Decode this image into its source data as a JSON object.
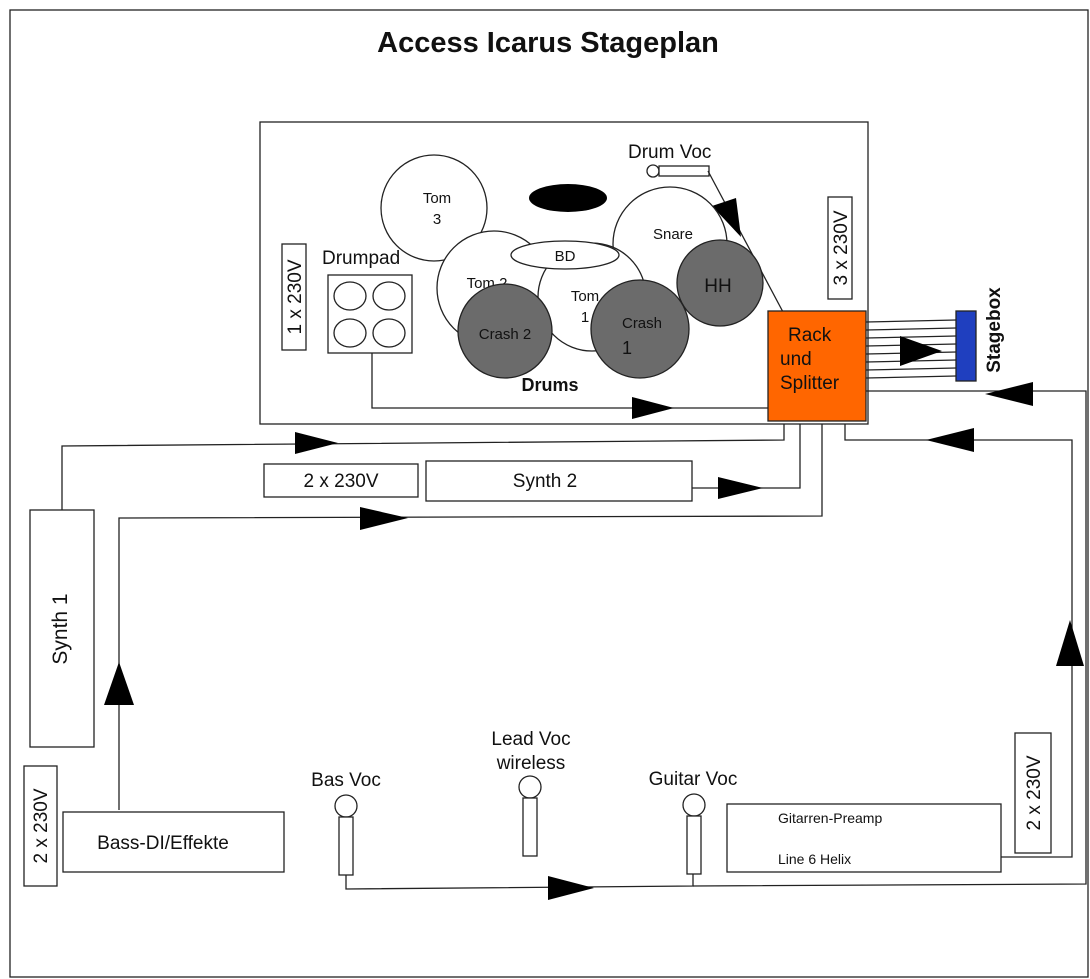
{
  "title": "Access Icarus Stageplan",
  "colors": {
    "rack": "#ff6600",
    "stagebox": "#1f3fbf",
    "cymbal": "#6b6b6b",
    "line": "#222222"
  },
  "drums": {
    "label": "Drums",
    "drum_voc": "Drum Voc",
    "drumpad": "Drumpad",
    "power_left": "1 x 230V",
    "power_right": "3 x 230V",
    "tom3_line1": "Tom",
    "tom3_line2": "3",
    "tom2": "Tom 2",
    "tom1_line1": "Tom",
    "tom1_line2": "1",
    "bd": "BD",
    "snare": "Snare",
    "hh": "HH",
    "crash2": "Crash 2",
    "crash1_line1": "Crash",
    "crash1_line2": "1"
  },
  "rack": {
    "line1": "Rack",
    "line2": "und",
    "line3": "Splitter"
  },
  "stagebox": "Stagebox",
  "power_mid": "2 x 230V",
  "synth2": "Synth 2",
  "synth1": "Synth 1",
  "power_bass": "2 x 230V",
  "bass_di": "Bass-DI/Effekte",
  "bas_voc": "Bas Voc",
  "lead_voc_line1": "Lead Voc",
  "lead_voc_line2": "wireless",
  "guitar_voc": "Guitar Voc",
  "guitar_preamp_line1": "Gitarren-Preamp",
  "guitar_preamp_line2": "Line 6 Helix",
  "power_guitar": "2 x 230V"
}
